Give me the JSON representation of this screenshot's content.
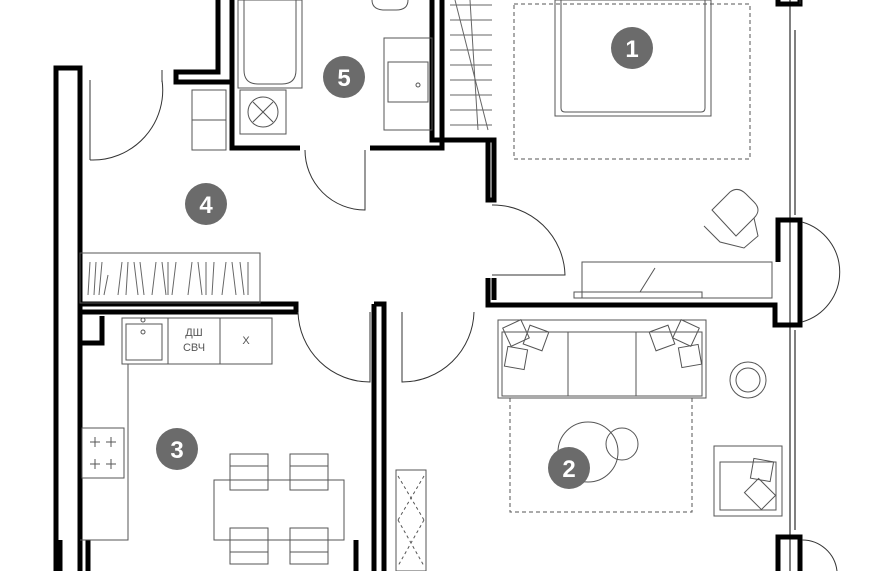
{
  "rooms": [
    {
      "id": "room-1",
      "label": "1"
    },
    {
      "id": "room-2",
      "label": "2"
    },
    {
      "id": "room-3",
      "label": "3"
    },
    {
      "id": "room-4",
      "label": "4"
    },
    {
      "id": "room-5",
      "label": "5"
    }
  ],
  "appliances": {
    "dishwasher_label": "ДШ",
    "microwave_label": "СВЧ",
    "fridge_label": "Х"
  },
  "colors": {
    "wall": "#000000",
    "badge": "#6b6b6b",
    "furniture": "#8a8a8a"
  }
}
